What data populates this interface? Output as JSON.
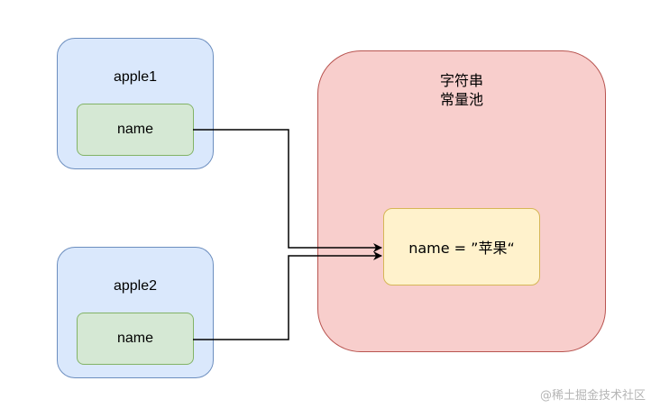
{
  "objects": [
    {
      "title": "apple1",
      "field": "name"
    },
    {
      "title": "apple2",
      "field": "name"
    }
  ],
  "pool": {
    "title_line1": "字符串",
    "title_line2": "常量池",
    "value": "name = ”苹果“"
  },
  "watermark": "@稀土掘金技术社区",
  "colors": {
    "object_fill": "#dae8fc",
    "object_stroke": "#6c8ebf",
    "field_fill": "#d5e8d4",
    "field_stroke": "#82b366",
    "pool_fill": "#f8cecc",
    "pool_stroke": "#b85450",
    "value_fill": "#fff2cc",
    "value_stroke": "#d6b656"
  }
}
